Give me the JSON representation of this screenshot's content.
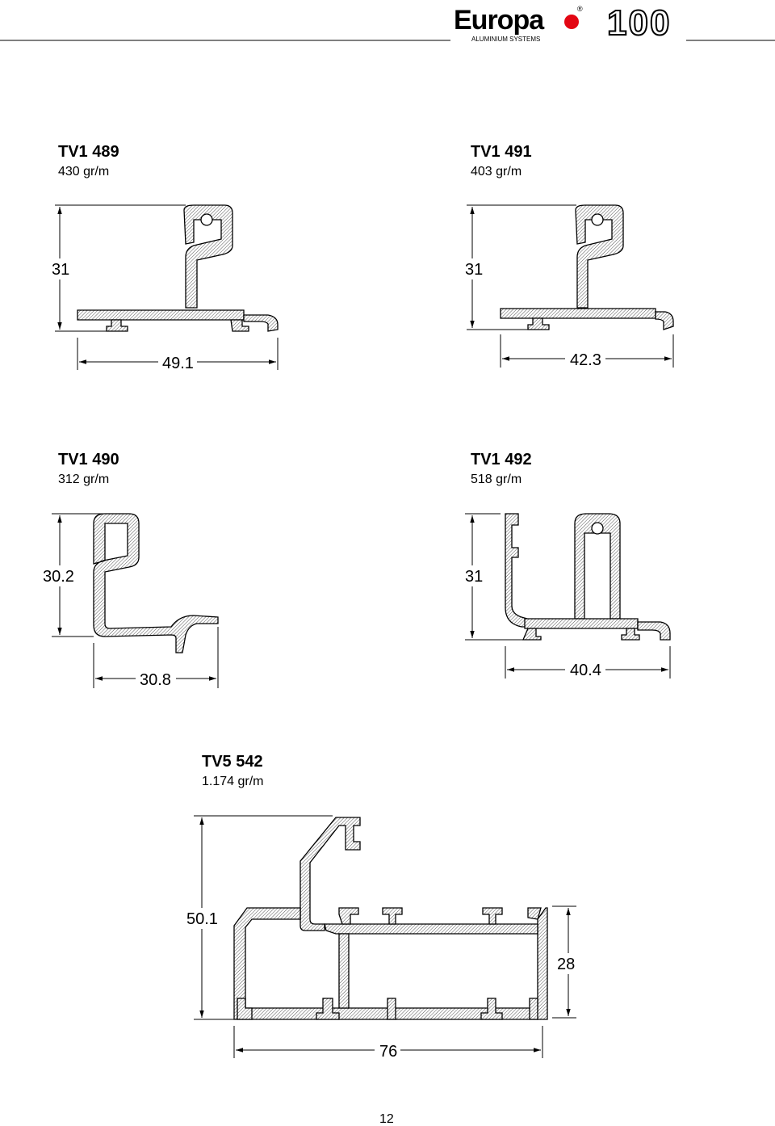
{
  "header": {
    "brand": "Europa",
    "registered": "®",
    "brand_sub": "ALUMINIUM SYSTEMS",
    "anniversary": "100"
  },
  "profiles": [
    {
      "code": "TV1 489",
      "weight": "430 gr/m",
      "height_dim": "31",
      "width_dim": "49.1"
    },
    {
      "code": "TV1 491",
      "weight": "403 gr/m",
      "height_dim": "31",
      "width_dim": "42.3"
    },
    {
      "code": "TV1 490",
      "weight": "312 gr/m",
      "height_dim": "30.2",
      "width_dim": "30.8"
    },
    {
      "code": "TV1 492",
      "weight": "518 gr/m",
      "height_dim": "31",
      "width_dim": "40.4"
    },
    {
      "code": "TV5 542",
      "weight": "1.174 gr/m",
      "height_dim": "50.1",
      "width_dim": "76",
      "inner_height_dim": "28"
    }
  ],
  "page_number": "12",
  "colors": {
    "ink": "#000000",
    "hatch": "#555555",
    "brand_red": "#e30613"
  }
}
